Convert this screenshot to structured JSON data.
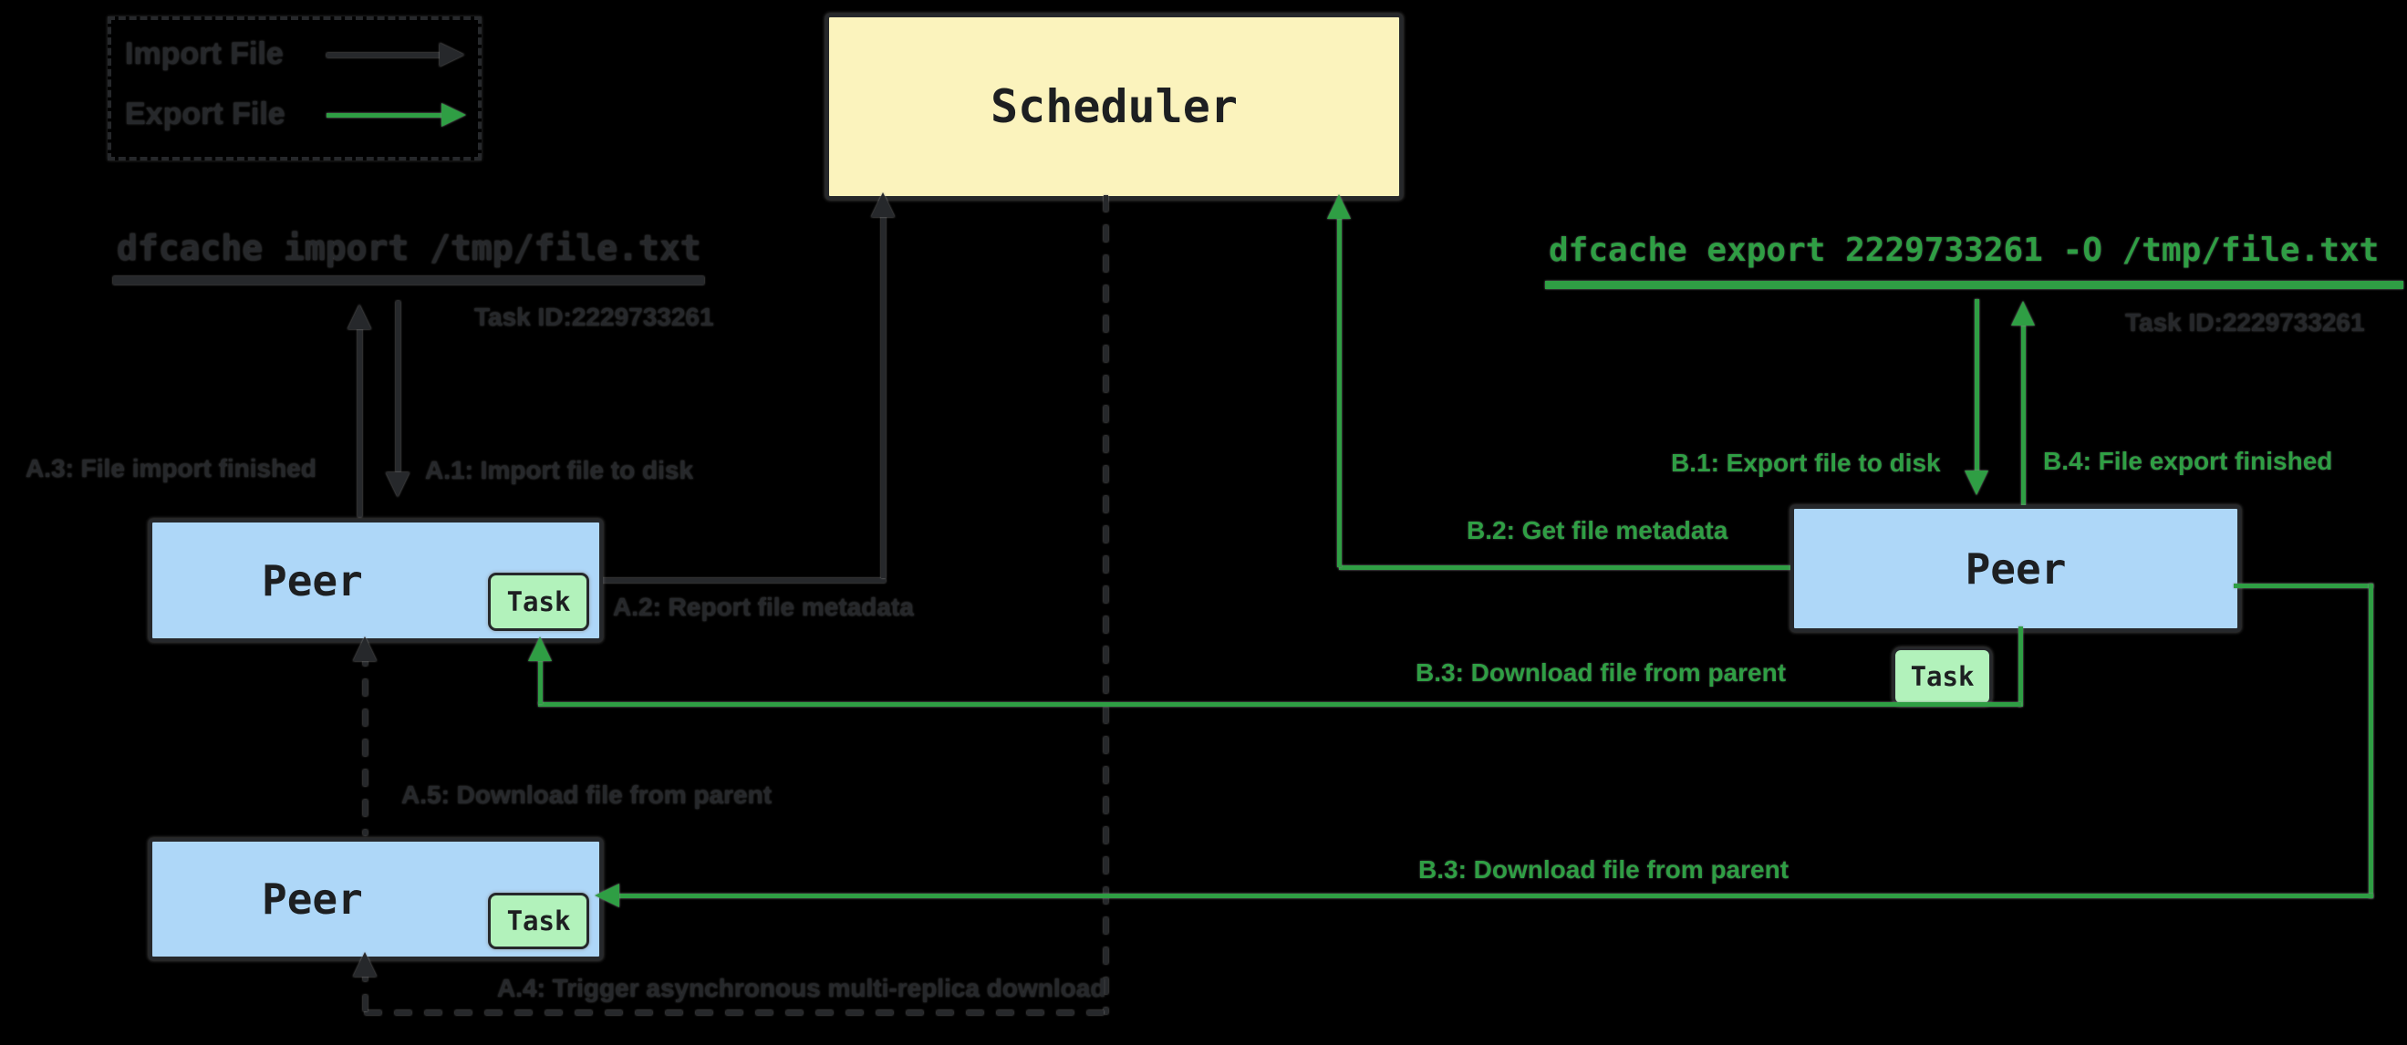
{
  "legend": {
    "import_label": "Import File",
    "export_label": "Export File"
  },
  "scheduler": {
    "label": "Scheduler"
  },
  "peers": {
    "top_left": {
      "label": "Peer",
      "task_label": "Task"
    },
    "bottom_left": {
      "label": "Peer",
      "task_label": "Task"
    },
    "right": {
      "label": "Peer",
      "task_label": "Task"
    }
  },
  "import_flow": {
    "command": "dfcache import /tmp/file.txt",
    "task_id": "Task ID:2229733261",
    "steps": {
      "a1": "A.1: Import file to disk",
      "a2": "A.2: Report file metadata",
      "a3": "A.3: File import finished",
      "a4": "A.4: Trigger asynchronous multi-replica download",
      "a5": "A.5: Download file from parent"
    }
  },
  "export_flow": {
    "command": "dfcache export 2229733261 -O /tmp/file.txt",
    "task_id": "Task ID:2229733261",
    "steps": {
      "b1": "B.1: Export file to disk",
      "b2": "B.2: Get file metadata",
      "b3_top": "B.3: Download file from parent",
      "b3_bottom": "B.3: Download file from parent",
      "b4": "B.4: File export finished"
    }
  },
  "colors": {
    "background": "#000000",
    "dark": "#26282b",
    "green": "#2f9e44",
    "scheduler_fill": "#fbf3bd",
    "peer_fill": "#aed7f8",
    "task_fill": "#b2f2bb"
  }
}
